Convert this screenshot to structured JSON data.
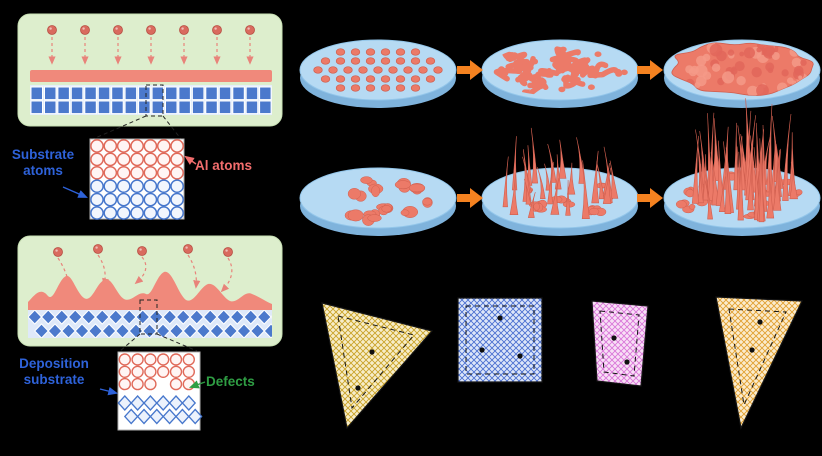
{
  "labels": {
    "substrate_atoms": "Substrate\natoms",
    "al_atoms": "Al atoms",
    "deposition_substrate": "Deposition\nsubstrate",
    "defects": "Defects"
  },
  "colors": {
    "background": "#000000",
    "panel_green": "#ddeecd",
    "al_pink": "#f0897b",
    "atom_red": "#d96a5e",
    "substrate_blue": "#4b79cc",
    "disc_blue": "#b6daf3",
    "disc_rim_blue": "#7fb3dc",
    "deposit_red": "#ec7a68",
    "arrow_orange": "#f58220",
    "label_blue": "#2e62d9",
    "label_red": "#f26d6d",
    "label_green": "#2f9e44",
    "hatch_yellow": "#c9a227",
    "hatch_blue": "#4a6fd0",
    "hatch_pink": "#d976d9",
    "hatch_orange": "#e0a030"
  }
}
